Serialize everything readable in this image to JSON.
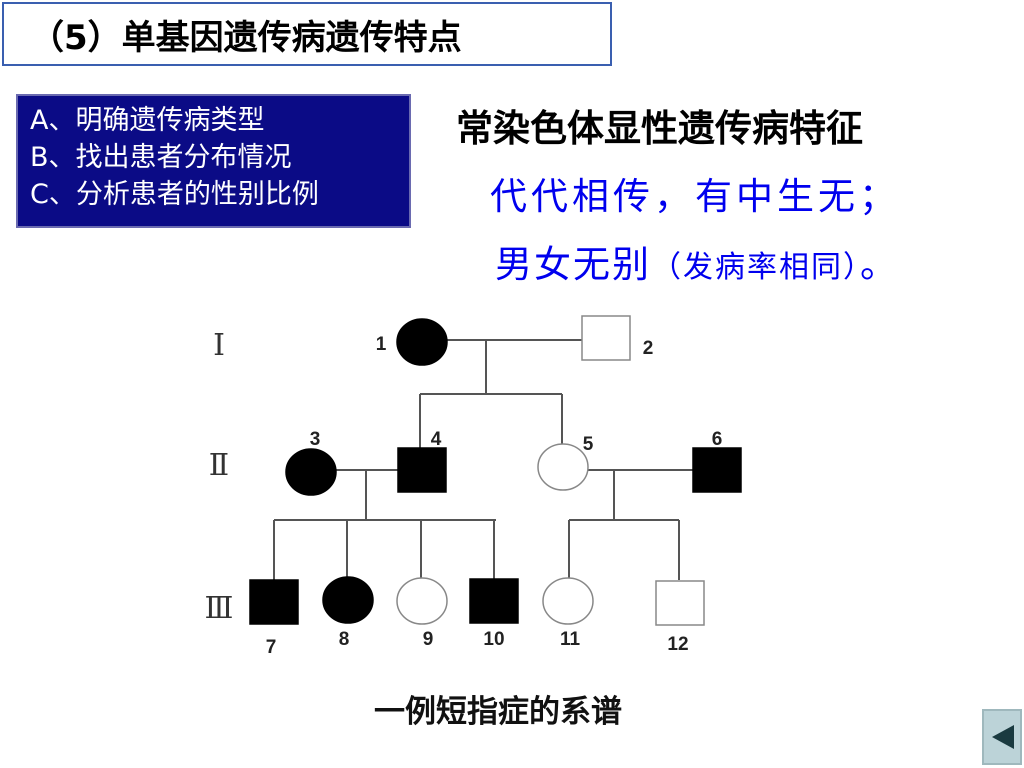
{
  "title": "（5）单基因遗传病遗传特点",
  "steps": [
    "A、明确遗传病类型",
    "B、找出患者分布情况",
    "C、分析患者的性别比例"
  ],
  "heading": "常染色体显性遗传病特征",
  "features": {
    "line1": "代代相传，有中生无；",
    "line2_main": "男女无别",
    "line2_paren": "（发病率相同）",
    "line2_end": "。"
  },
  "pedigree": {
    "generations": [
      "Ⅰ",
      "Ⅱ",
      "Ⅲ"
    ],
    "individuals": [
      {
        "id": "1",
        "sex": "female",
        "affected": true
      },
      {
        "id": "2",
        "sex": "male",
        "affected": false
      },
      {
        "id": "3",
        "sex": "female",
        "affected": true
      },
      {
        "id": "4",
        "sex": "male",
        "affected": true
      },
      {
        "id": "5",
        "sex": "female",
        "affected": false
      },
      {
        "id": "6",
        "sex": "male",
        "affected": true
      },
      {
        "id": "7",
        "sex": "male",
        "affected": true
      },
      {
        "id": "8",
        "sex": "female",
        "affected": true
      },
      {
        "id": "9",
        "sex": "female",
        "affected": false
      },
      {
        "id": "10",
        "sex": "male",
        "affected": true
      },
      {
        "id": "11",
        "sex": "female",
        "affected": false
      },
      {
        "id": "12",
        "sex": "male",
        "affected": false
      }
    ]
  },
  "caption": "一例短指症的系谱",
  "colors": {
    "title_border": "#3a5fb0",
    "steps_bg": "#0b0b86",
    "feature_text": "#0000ee",
    "affected": "#000000"
  },
  "nav": {
    "icon": "triangle-left-icon"
  }
}
